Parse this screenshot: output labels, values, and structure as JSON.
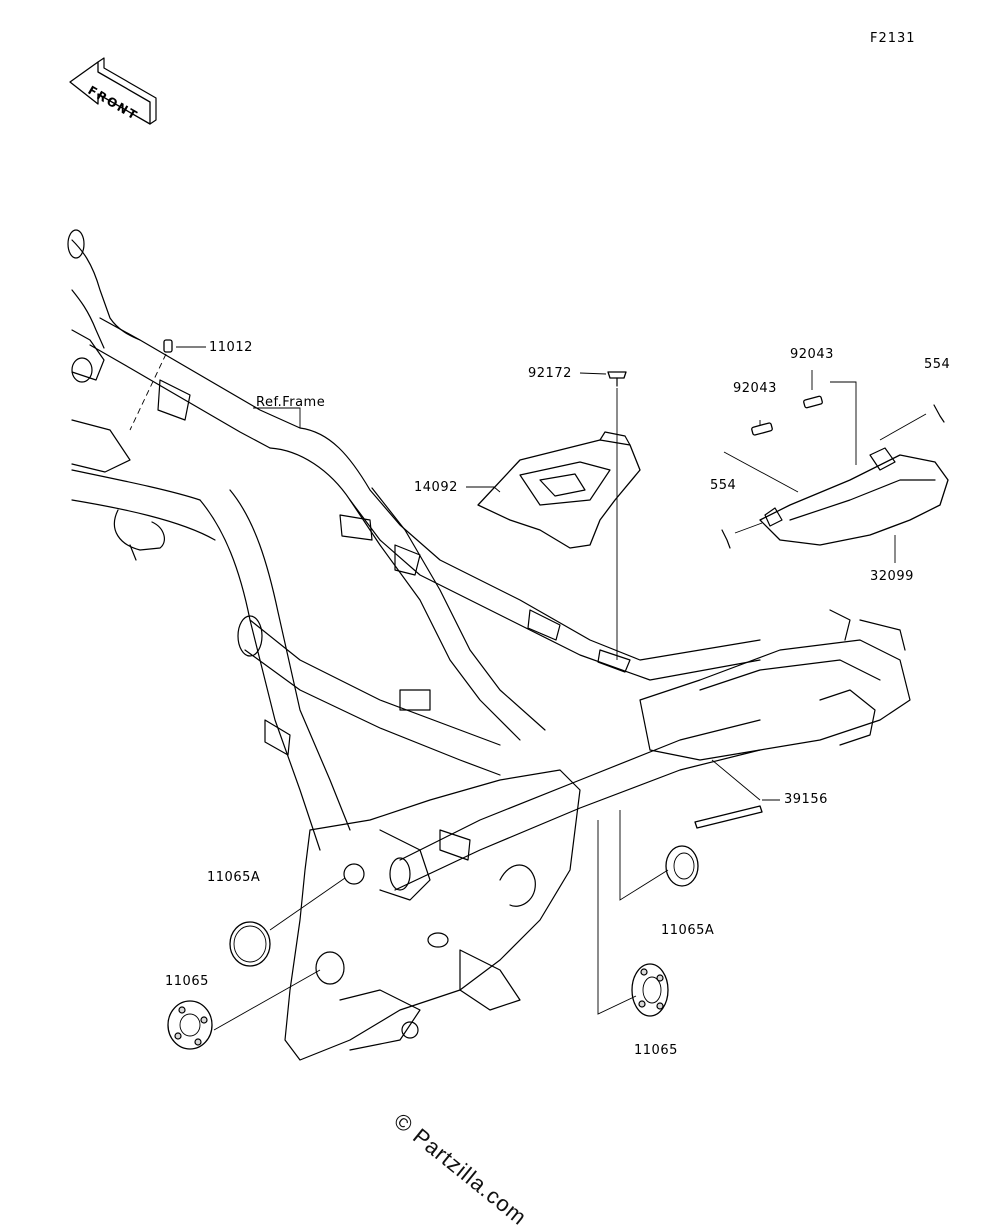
{
  "figure_code": "F2131",
  "front_arrow_label": "FRONT",
  "ref_frame_label": "Ref.Frame",
  "watermark": "© Partzilla.com",
  "parts": {
    "p11012": "11012",
    "p92172": "92172",
    "p92043_top": "92043",
    "p92043_mid": "92043",
    "p554_top": "554",
    "p554_left": "554",
    "p14092": "14092",
    "p32099": "32099",
    "p39156": "39156",
    "p11065A_left": "11065A",
    "p11065A_right": "11065A",
    "p11065_left": "11065",
    "p11065_right": "11065"
  },
  "colors": {
    "line": "#000000",
    "background": "#ffffff"
  }
}
